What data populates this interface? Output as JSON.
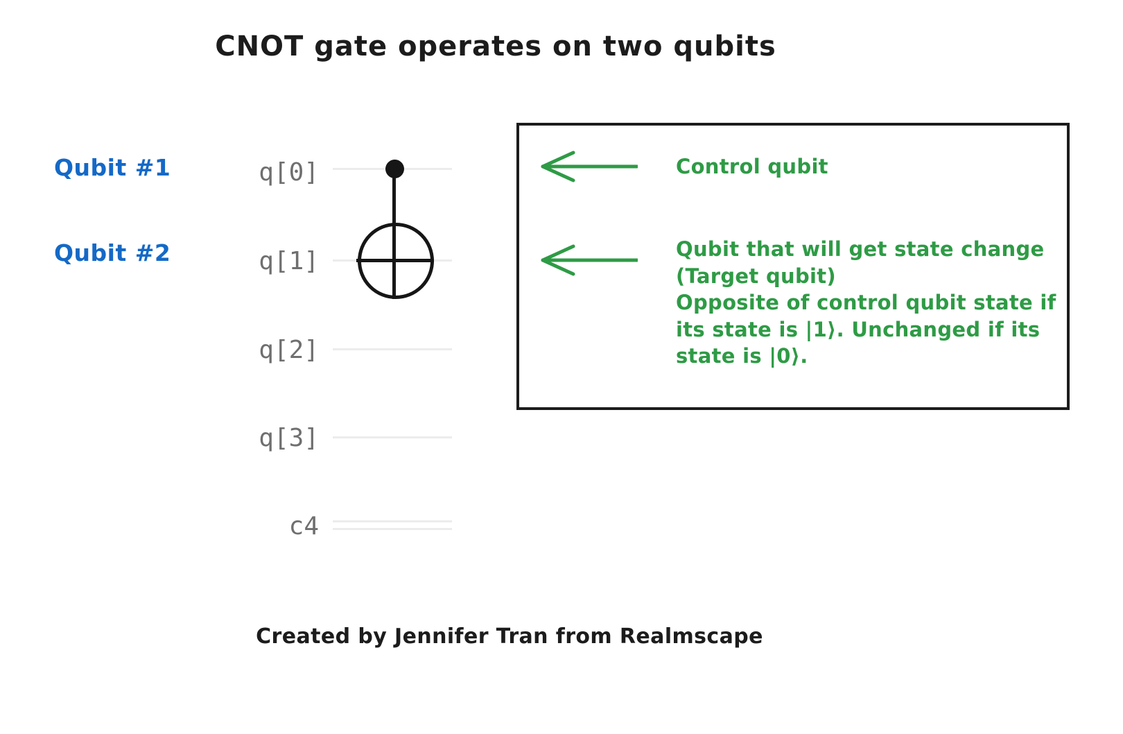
{
  "title": "CNOT gate operates on two qubits",
  "footer": "Created by Jennifer Tran from Realmscape",
  "colors": {
    "background": "#ffffff",
    "title_text": "#1c1c1c",
    "qubit_label_blue": "#1469c7",
    "register_label_gray": "#6f6f6f",
    "wire_gray": "#ececec",
    "gate_black": "#161616",
    "annotation_green": "#2e9b45",
    "box_border": "#1c1c1c"
  },
  "side_labels": [
    {
      "text": "Qubit #1",
      "name": "qubit-side-label-1"
    },
    {
      "text": "Qubit #2",
      "name": "qubit-side-label-2"
    }
  ],
  "circuit": {
    "registers": [
      {
        "label": "q[0]",
        "type": "quantum",
        "role": "control"
      },
      {
        "label": "q[1]",
        "type": "quantum",
        "role": "target"
      },
      {
        "label": "q[2]",
        "type": "quantum",
        "role": "idle"
      },
      {
        "label": "q[3]",
        "type": "quantum",
        "role": "idle"
      },
      {
        "label": "c4",
        "type": "classical",
        "role": "measurement-register"
      }
    ],
    "gate": {
      "name": "CNOT",
      "control_register": "q[0]",
      "target_register": "q[1]",
      "control_symbol": "filled-dot",
      "target_symbol": "crossed-circle"
    }
  },
  "annotations": [
    {
      "id": "control",
      "arrow": "left-arrow",
      "text": "Control qubit"
    },
    {
      "id": "target",
      "arrow": "left-arrow",
      "text": "Qubit that will get state change (Target qubit)\nOpposite of control qubit state if its state is |1⟩. Unchanged if its state is |0⟩."
    }
  ],
  "annotation_target_lines": [
    "Qubit that will get state change",
    "(Target qubit)",
    "Opposite of control qubit state if",
    "its state is |1⟩. Unchanged if its",
    "state is |0⟩."
  ]
}
